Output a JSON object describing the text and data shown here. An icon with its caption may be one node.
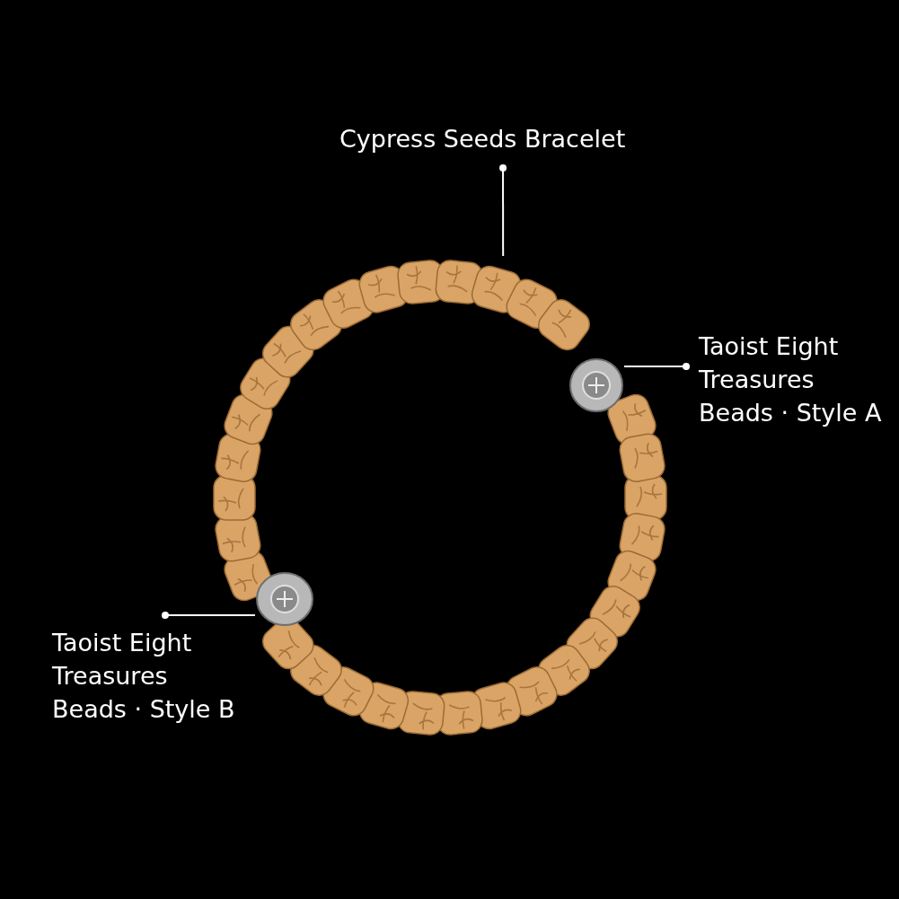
{
  "diagram": {
    "nodes": [
      {
        "text": [
          "Cypress Seeds Bracelet"
        ]
      },
      {
        "text": [],
        "shape": "picture"
      },
      {
        "text": [
          "Taoist Eight Treasures Beads · Style A"
        ]
      },
      {
        "text": [],
        "shape": "picture",
        "in": 1
      },
      {
        "text": [
          "Taoist Eight Treasures Beads · Style B"
        ]
      },
      {
        "text": [],
        "shape": "picture",
        "in": 1
      }
    ],
    "edges": [
      {
        "from": 0,
        "to": 1,
        "arrow": "other"
      },
      {
        "from": 2,
        "to": 3,
        "arrow": "other"
      },
      {
        "from": 4,
        "to": 5,
        "arrow": "other"
      }
    ]
  }
}
